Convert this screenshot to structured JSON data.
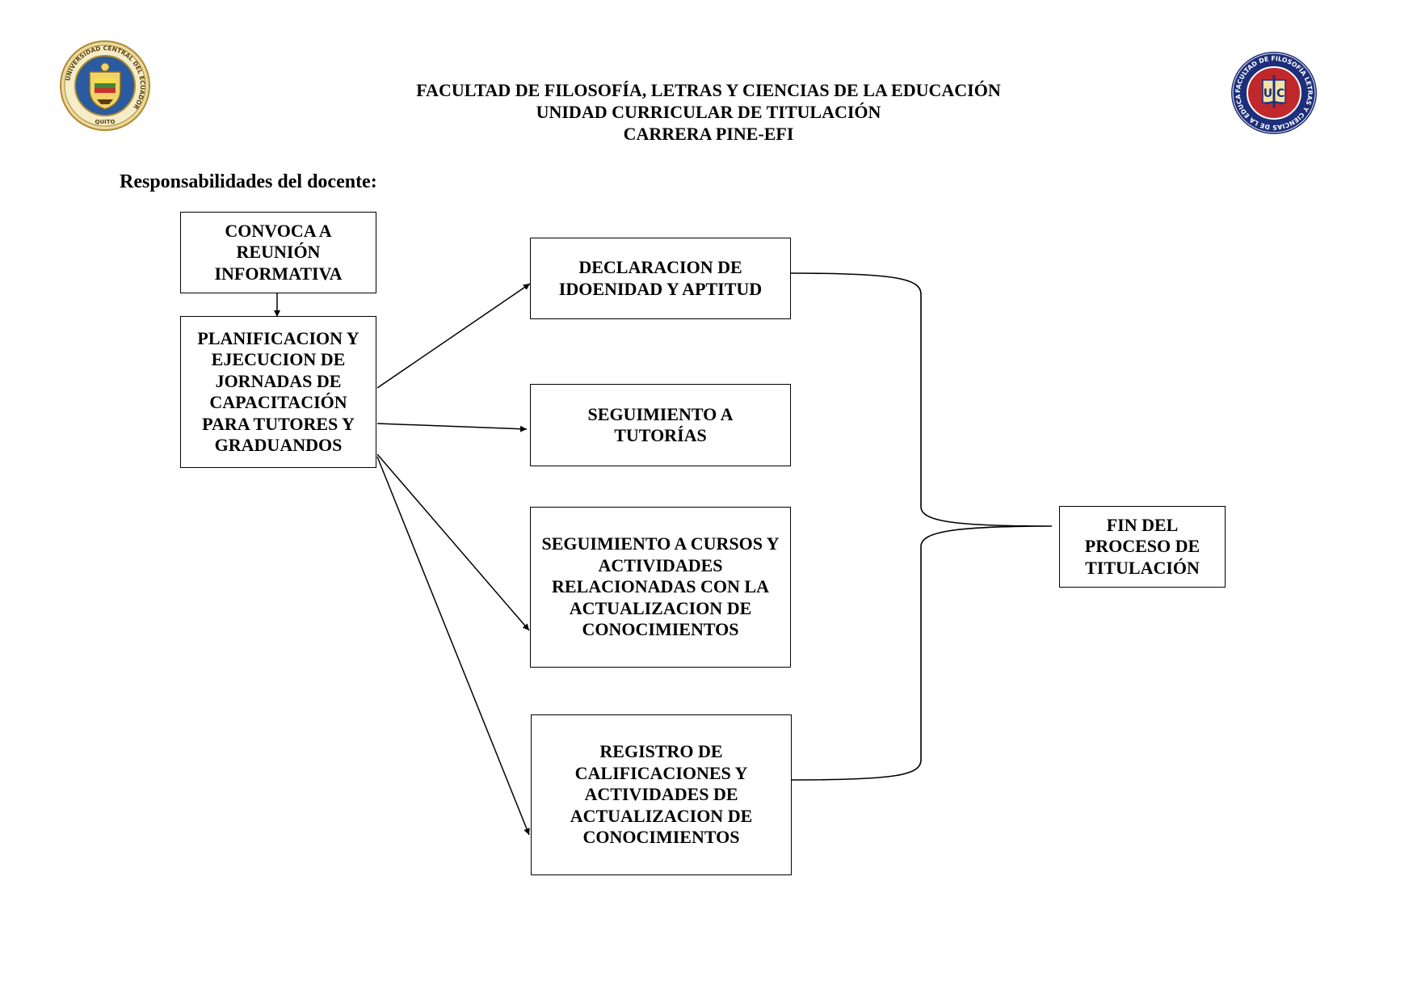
{
  "header": {
    "line1": "FACULTAD DE FILOSOFÍA, LETRAS Y CIENCIAS DE LA EDUCACIÓN",
    "line2": "UNIDAD CURRICULAR DE TITULACIÓN",
    "line3": "CARRERA PINE-EFI"
  },
  "logos": {
    "left": {
      "ring_text": "UNIVERSIDAD CENTRAL DEL ECUADOR",
      "bottom_text": "QUITO"
    },
    "right": {
      "ring_text": "FACULTAD DE FILOSOFÍA LETRAS Y CIENCIAS DE LA EDUCACIÓN",
      "center_text": "U C"
    }
  },
  "section_title": "Responsabilidades del docente:",
  "nodes": {
    "convoca": "CONVOCA A REUNIÓN INFORMATIVA",
    "planificacion": "PLANIFICACION Y EJECUCION DE JORNADAS DE CAPACITACIÓN PARA TUTORES Y GRADUANDOS",
    "declaracion": "DECLARACION DE IDOENIDAD Y APTITUD",
    "seguimiento_tutorias": "SEGUIMIENTO A TUTORÍAS",
    "seguimiento_cursos": "SEGUIMIENTO A CURSOS Y ACTIVIDADES RELACIONADAS CON LA ACTUALIZACION DE CONOCIMIENTOS",
    "registro": "REGISTRO DE CALIFICACIONES Y ACTIVIDADES DE ACTUALIZACION DE CONOCIMIENTOS",
    "fin": "FIN DEL PROCESO DE TITULACIÓN"
  },
  "edges": [
    {
      "from": "convoca",
      "to": "planificacion",
      "type": "arrow"
    },
    {
      "from": "planificacion",
      "to": "declaracion",
      "type": "arrow"
    },
    {
      "from": "planificacion",
      "to": "seguimiento_tutorias",
      "type": "arrow"
    },
    {
      "from": "planificacion",
      "to": "seguimiento_cursos",
      "type": "arrow"
    },
    {
      "from": "planificacion",
      "to": "registro",
      "type": "arrow"
    },
    {
      "from": [
        "declaracion",
        "registro"
      ],
      "to": "fin",
      "type": "brace"
    }
  ],
  "colors": {
    "line": "#000000",
    "logo_left_gold": "#c9a94a",
    "logo_left_blue": "#2a5aa0",
    "logo_right_navy": "#1d2f7a",
    "logo_right_red": "#c0282b"
  }
}
